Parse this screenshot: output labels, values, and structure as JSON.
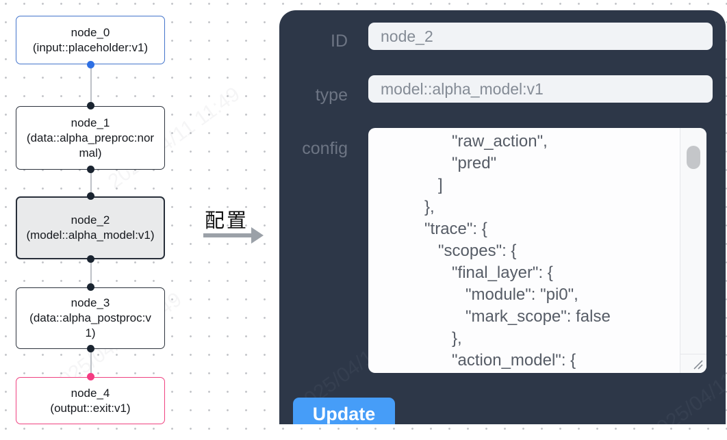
{
  "flow": {
    "nodes": [
      {
        "name": "node_0",
        "type_label": "(input::placeholder:v1)"
      },
      {
        "name": "node_1",
        "type_label": "(data::alpha_preproc:normal)"
      },
      {
        "name": "node_2",
        "type_label": "(model::alpha_model:v1)"
      },
      {
        "name": "node_3",
        "type_label": "(data::alpha_postproc:v1)"
      },
      {
        "name": "node_4",
        "type_label": "(output::exit:v1)"
      }
    ]
  },
  "arrow": {
    "label": "配置"
  },
  "panel": {
    "fields": [
      {
        "label": "ID",
        "value": "node_2"
      },
      {
        "label": "type",
        "value": "model::alpha_model:v1"
      }
    ],
    "config_label": "config",
    "config_text": "            \"raw_action\",\n            \"pred\"\n         ]\n      },\n      \"trace\": {\n         \"scopes\": {\n            \"final_layer\": {\n               \"module\": \"pi0\",\n               \"mark_scope\": false\n            },\n            \"action_model\": {",
    "update_label": "Update"
  },
  "watermark": {
    "text": "2025/04/11 11:49"
  },
  "colors": {
    "panel_bg": "#2d3748",
    "button_blue": "#469df8",
    "input_bg": "#f1f3f6",
    "node_input_border": "#4374cb",
    "node_output_border": "#ef4180",
    "node_selected_bg": "#e9eaeb",
    "port_blue": "#2d6fe4",
    "port_pink": "#f43b82",
    "port_dark": "#1a2430"
  }
}
